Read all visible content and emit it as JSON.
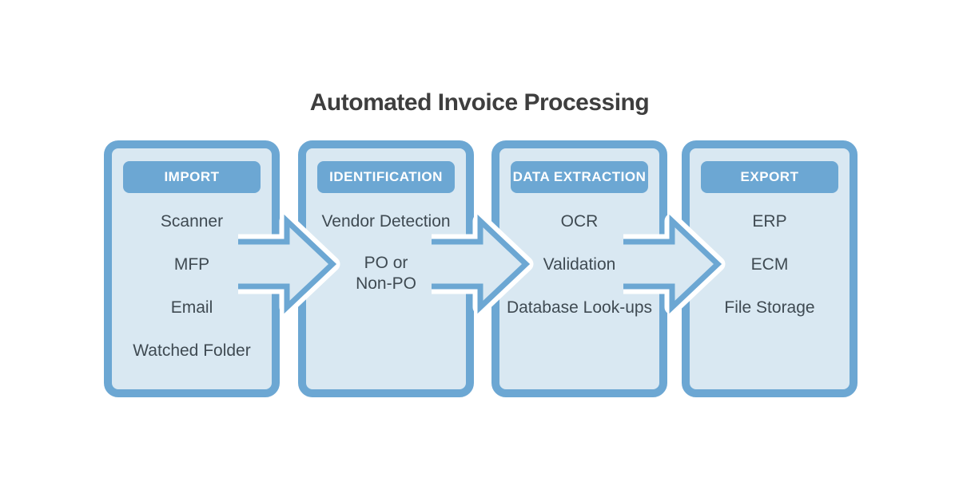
{
  "title": "Automated Invoice Processing",
  "colors": {
    "accent_blue": "#6ca7d3",
    "light_fill": "#d9e8f2",
    "title_text": "#3e3e3e",
    "item_text": "#3f4a52",
    "badge_text": "#ffffff",
    "background": "#ffffff"
  },
  "stages": [
    {
      "header": "IMPORT",
      "items": [
        "Scanner",
        "MFP",
        "Email",
        "Watched Folder"
      ]
    },
    {
      "header": "IDENTIFICATION",
      "items": [
        "Vendor Detection",
        "PO or",
        "Non-PO"
      ]
    },
    {
      "header": "DATA EXTRACTION",
      "items": [
        "OCR",
        "Validation",
        "Database Look-ups"
      ]
    },
    {
      "header": "EXPORT",
      "items": [
        "ERP",
        "ECM",
        "File Storage"
      ]
    }
  ],
  "arrows": [
    "import-to-identification",
    "identification-to-data-extraction",
    "data-extraction-to-export"
  ]
}
